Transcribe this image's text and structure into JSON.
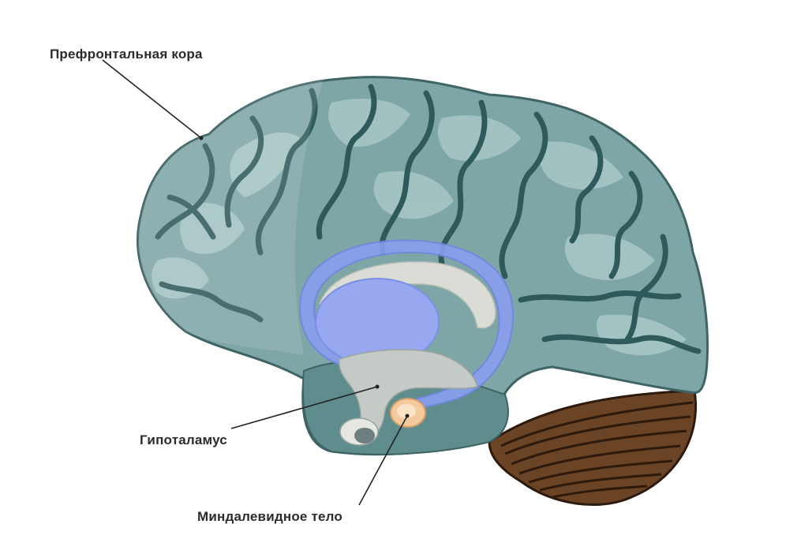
{
  "labels": {
    "prefrontal_cortex": "Префронтальная кора",
    "hypothalamus": "Гипоталамус",
    "amygdala": "Миндалевидное тело"
  },
  "colors": {
    "cortex": "#7fa6a6",
    "cortex_light": "#a9c8c7",
    "sulcus": "#2f5a5c",
    "outline": "#3f6466",
    "cerebellum": "#6b4426",
    "cerebellum_lines": "#2e1a0c",
    "limbic_ring": "#8a9ff0",
    "thalamus": "#98a8f0",
    "amygdala": "#f4c99b",
    "brainstem": "#9fb3b3",
    "leader_line": "#222222"
  }
}
